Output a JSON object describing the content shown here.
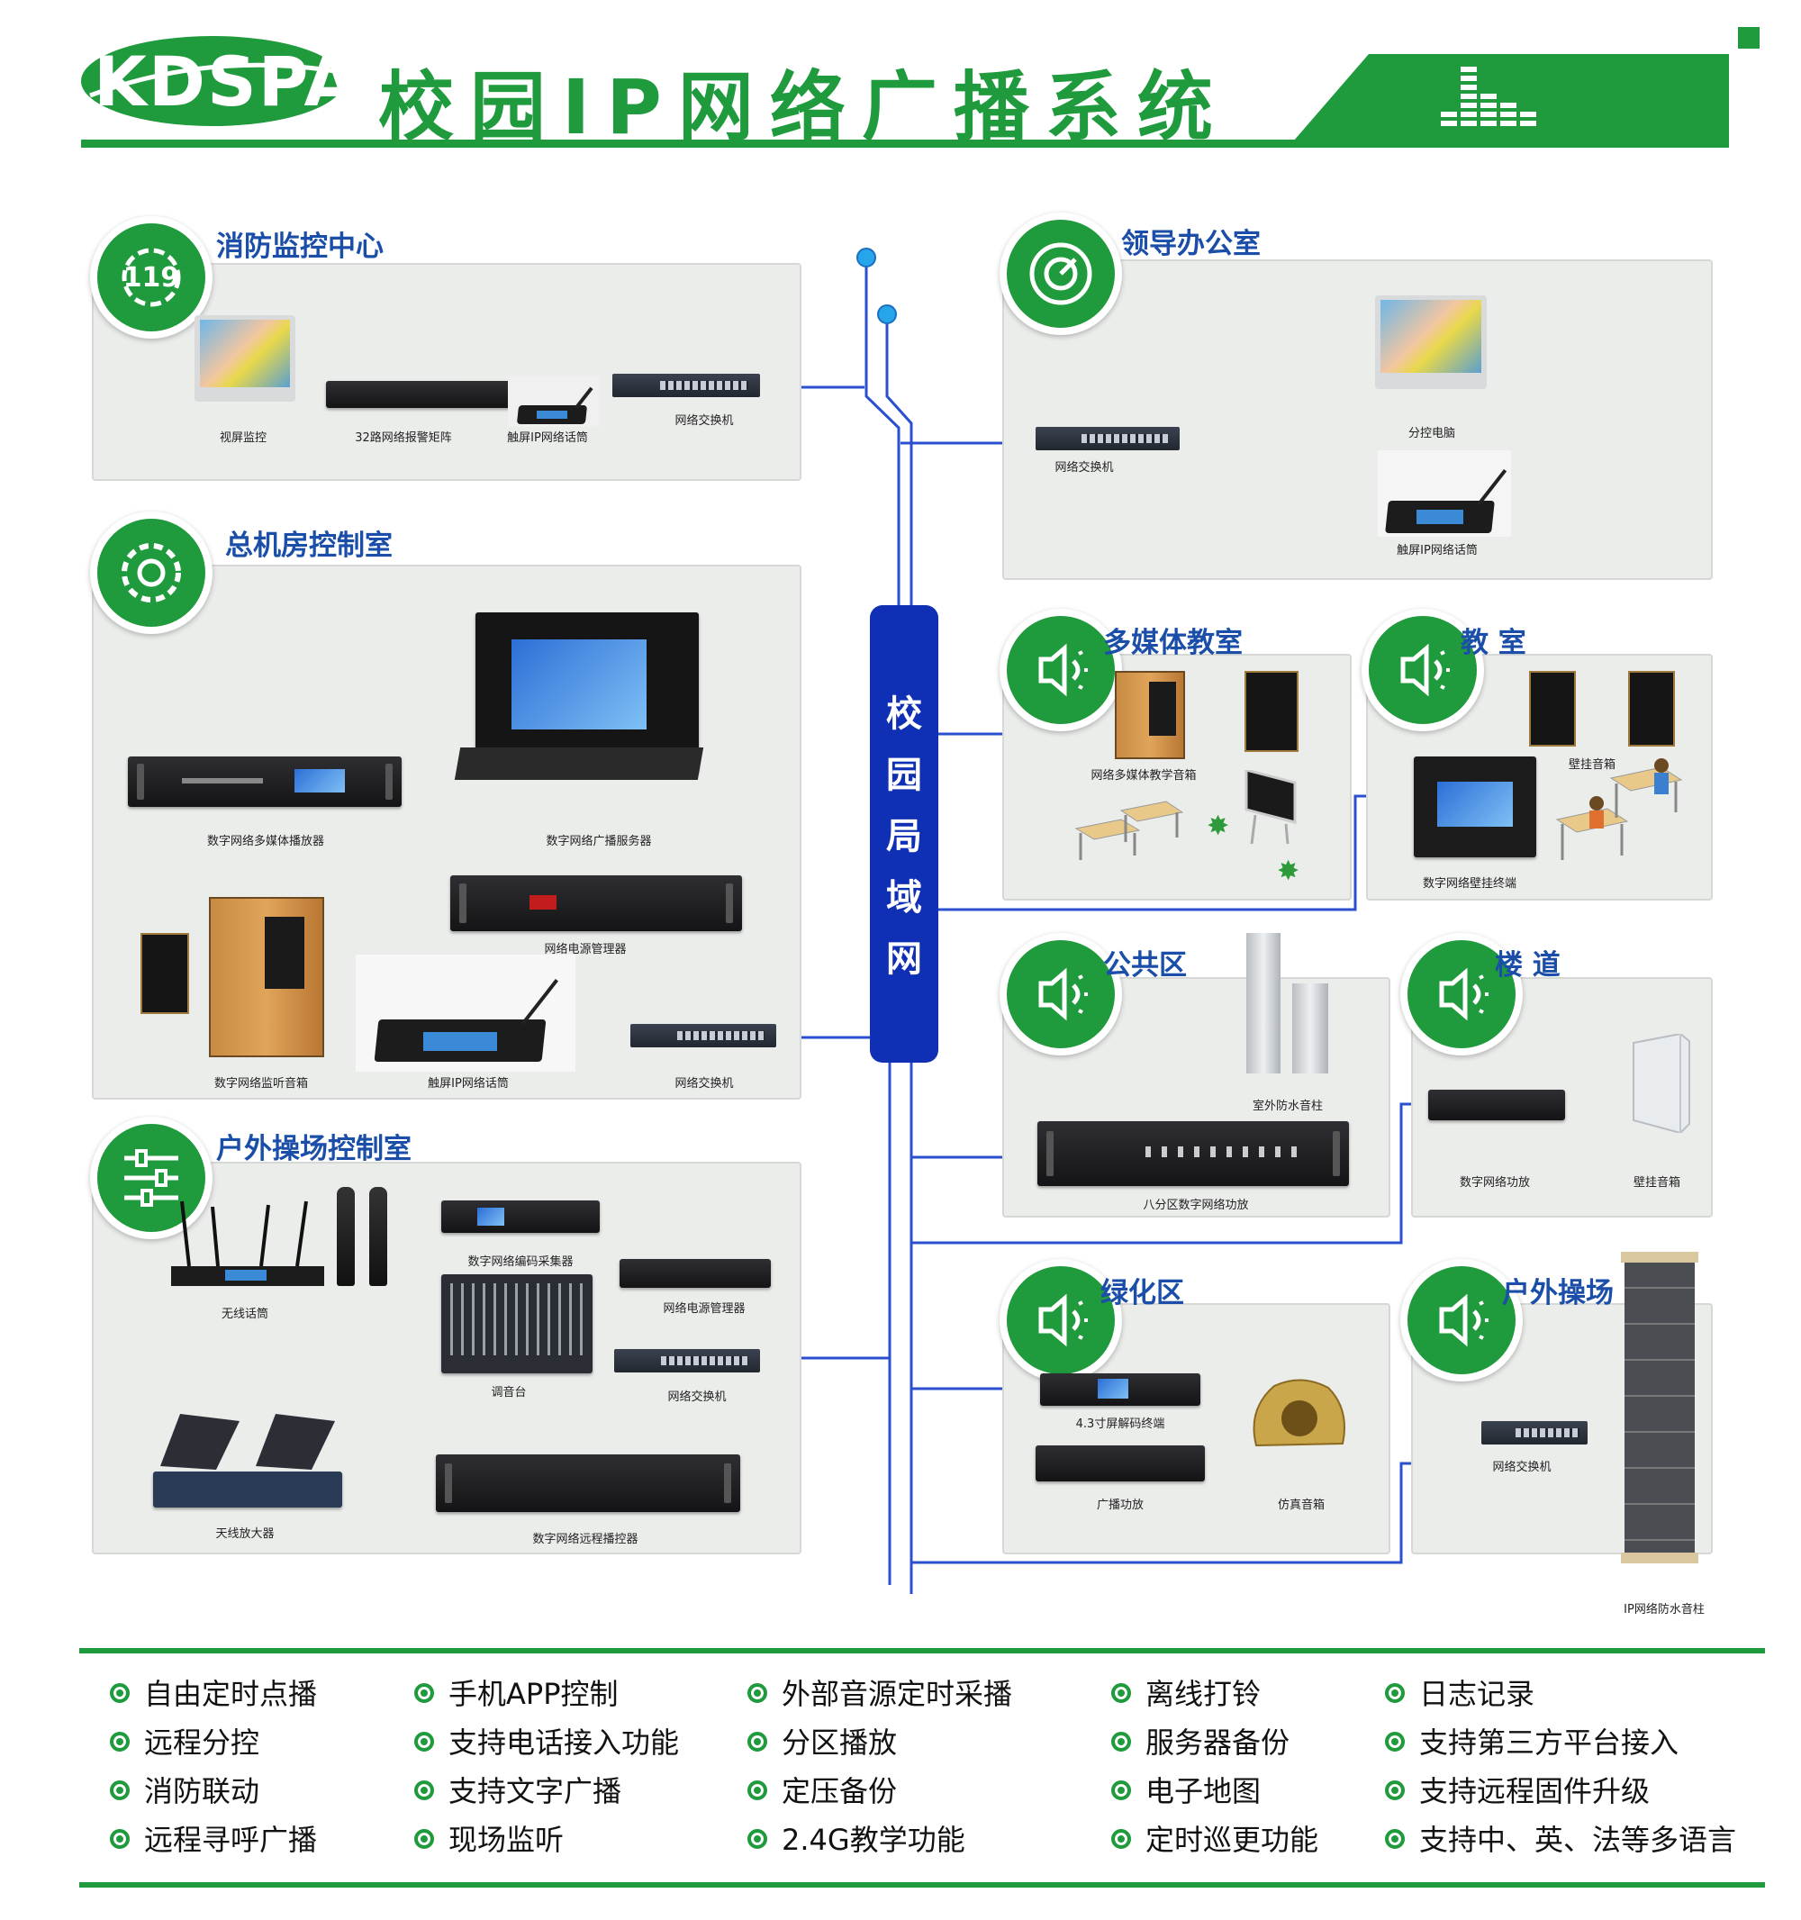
{
  "header": {
    "logo": "KDSPA",
    "title": "校园IP网络广播系统"
  },
  "colors": {
    "green": "#1f9a3c",
    "blue": "#0f2fb4",
    "title_blue": "#1a4ea8",
    "panel": "#ebedeb"
  },
  "backbone": {
    "label_chars": [
      "校",
      "园",
      "局",
      "域",
      "网"
    ]
  },
  "sections": {
    "fire": {
      "title": "消防监控中心",
      "icon": "gear-119-icon",
      "devices": [
        "视屏监控",
        "32路网络报警矩阵",
        "触屏IP网络话筒",
        "网络交换机"
      ]
    },
    "leader": {
      "title": "领导办公室",
      "icon": "dial-icon",
      "devices": [
        "网络交换机",
        "分控电脑",
        "触屏IP网络话筒"
      ]
    },
    "control": {
      "title": "总机房控制室",
      "icon": "gear-icon",
      "devices": [
        "数字网络多媒体播放器",
        "数字网络广播服务器",
        "网络电源管理器",
        "数字网络监听音箱",
        "触屏IP网络话筒",
        "网络交换机"
      ]
    },
    "multimedia": {
      "title": "多媒体教室",
      "icon": "speaker-icon",
      "devices": [
        "网络多媒体教学音箱"
      ]
    },
    "classroom": {
      "title": "教 室",
      "icon": "speaker-icon",
      "devices": [
        "壁挂音箱",
        "数字网络壁挂终端"
      ]
    },
    "public": {
      "title": "公共区",
      "icon": "speaker-icon",
      "devices": [
        "室外防水音柱",
        "八分区数字网络功放"
      ]
    },
    "corridor": {
      "title": "楼 道",
      "icon": "speaker-icon",
      "devices": [
        "数字网络功放",
        "壁挂音箱"
      ]
    },
    "playground_ctrl": {
      "title": "户外操场控制室",
      "icon": "sliders-icon",
      "devices": [
        "无线话筒",
        "数字网络编码采集器",
        "网络电源管理器",
        "调音台",
        "网络交换机",
        "天线放大器",
        "数字网络远程播控器"
      ]
    },
    "green": {
      "title": "绿化区",
      "icon": "speaker-icon",
      "devices": [
        "4.3寸屏解码终端",
        "广播功放",
        "仿真音箱"
      ]
    },
    "playground": {
      "title": "户外操场",
      "icon": "speaker-icon",
      "devices": [
        "网络交换机",
        "IP网络防水音柱"
      ]
    }
  },
  "features": [
    [
      "自由定时点播",
      "远程分控",
      "消防联动",
      "远程寻呼广播"
    ],
    [
      "手机APP控制",
      "支持电话接入功能",
      "支持文字广播",
      "现场监听"
    ],
    [
      "外部音源定时采播",
      "分区播放",
      "定压备份",
      "2.4G教学功能"
    ],
    [
      "离线打铃",
      "服务器备份",
      "电子地图",
      "定时巡更功能"
    ],
    [
      "日志记录",
      "支持第三方平台接入",
      "支持远程固件升级",
      "支持中、英、法等多语言"
    ]
  ]
}
